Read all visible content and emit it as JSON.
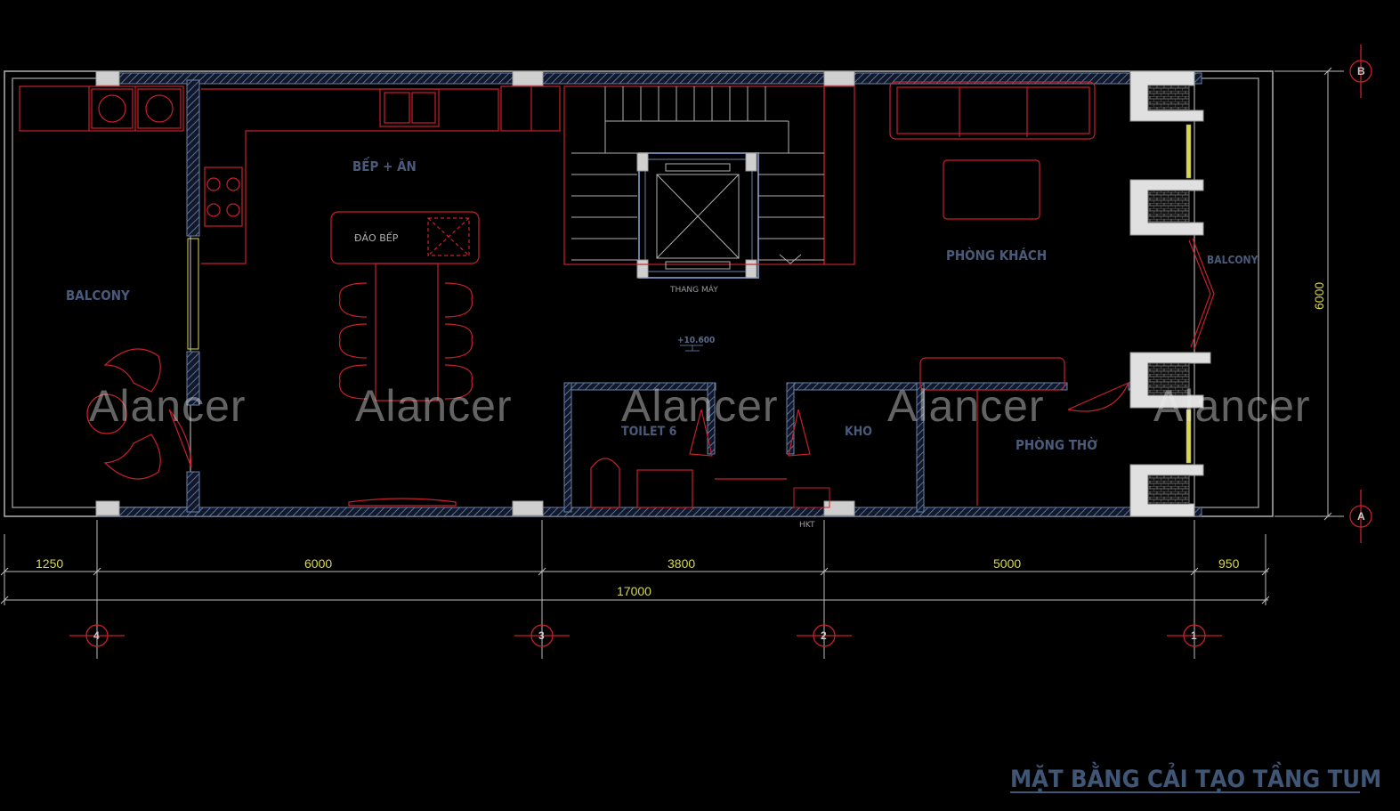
{
  "drawing": {
    "title": "MẶT BẰNG CẢI TẠO TẦNG TUM",
    "rooms": {
      "balcony_left": "BALCONY",
      "kitchen": "BẾP + ĂN",
      "island": "ĐẢO BẾP",
      "elevator": "THANG MÁY",
      "living": "PHÒNG KHÁCH",
      "balcony_right": "BALCONY",
      "toilet": "TOILET 6",
      "storage": "KHO",
      "worship": "PHÒNG THỜ",
      "duct": "HKT"
    },
    "level": "+10.600",
    "dimensions": {
      "segments": [
        "1250",
        "6000",
        "3800",
        "5000",
        "950"
      ],
      "total": "17000",
      "vertical": "6000"
    },
    "grid_axes": {
      "columns": [
        "4",
        "3",
        "2",
        "1"
      ],
      "rows": [
        "B",
        "A"
      ]
    },
    "watermark": "Alancer",
    "colors": {
      "wall": "#6b7fa6",
      "furniture": "#c8202a",
      "dimension": "#d8d84a",
      "label": "#4a5a7a",
      "background": "#000000"
    }
  }
}
